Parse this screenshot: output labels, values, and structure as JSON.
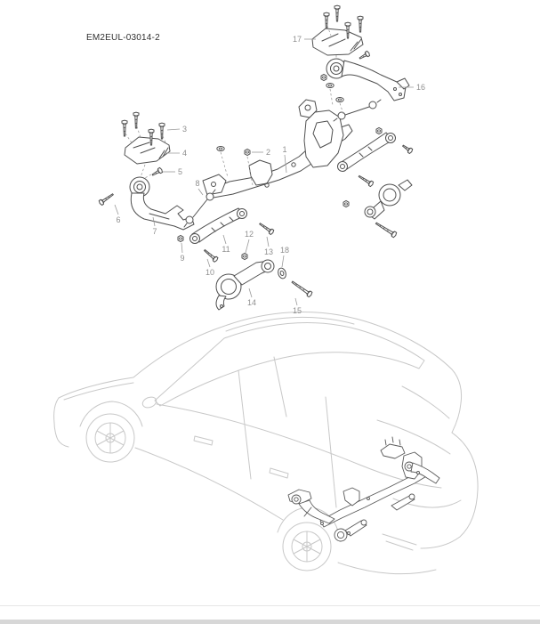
{
  "header": {
    "doc_code": "EM2EUL-03014-2"
  },
  "diagram": {
    "callouts": [
      {
        "label": "1"
      },
      {
        "label": "2"
      },
      {
        "label": "3"
      },
      {
        "label": "4"
      },
      {
        "label": "5"
      },
      {
        "label": "6"
      },
      {
        "label": "7"
      },
      {
        "label": "8"
      },
      {
        "label": "9"
      },
      {
        "label": "10"
      },
      {
        "label": "11"
      },
      {
        "label": "12"
      },
      {
        "label": "13"
      },
      {
        "label": "14"
      },
      {
        "label": "15"
      },
      {
        "label": "16"
      },
      {
        "label": "17"
      },
      {
        "label": "18"
      }
    ]
  },
  "colors": {
    "part_line": "#4f4f4f",
    "car_line": "#c8c8c8",
    "callout_text": "#8f8f8f"
  }
}
